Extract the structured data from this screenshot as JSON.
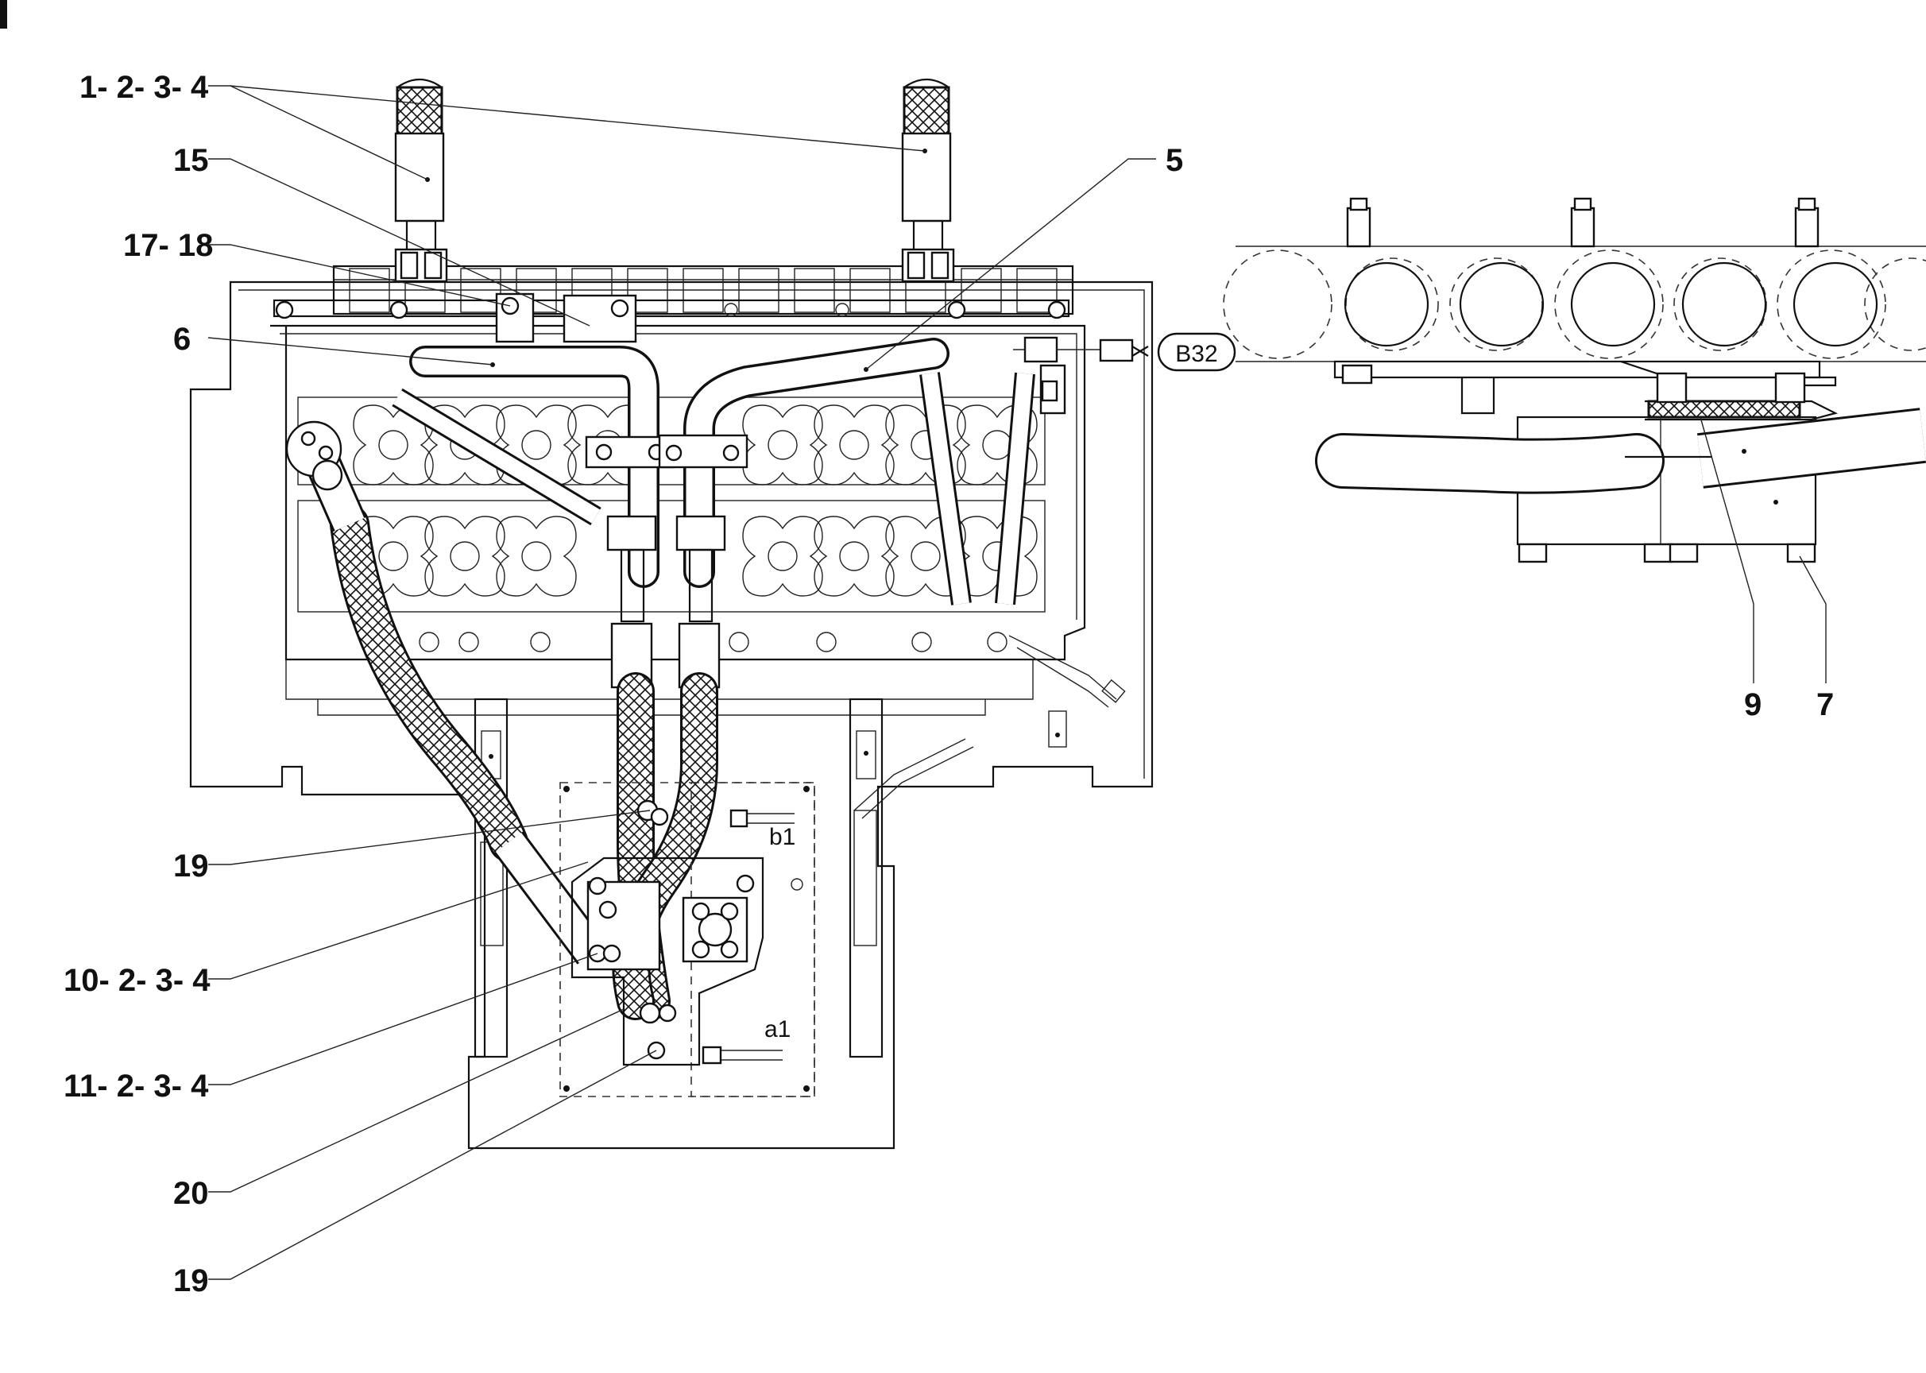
{
  "labels": {
    "l_1234": "1- 2- 3- 4",
    "l_15": "15",
    "l_1718": "17- 18",
    "l_6": "6",
    "l_5": "5",
    "l_b32": "B32",
    "l_19a": "19",
    "l_102": "10- 2- 3- 4",
    "l_112": "11- 2- 3- 4",
    "l_20": "20",
    "l_19b": "19",
    "l_9": "9",
    "l_7": "7",
    "l_b1": "b1",
    "l_a1": "a1"
  },
  "colors": {
    "ink": "#111111",
    "paper": "#ffffff"
  }
}
